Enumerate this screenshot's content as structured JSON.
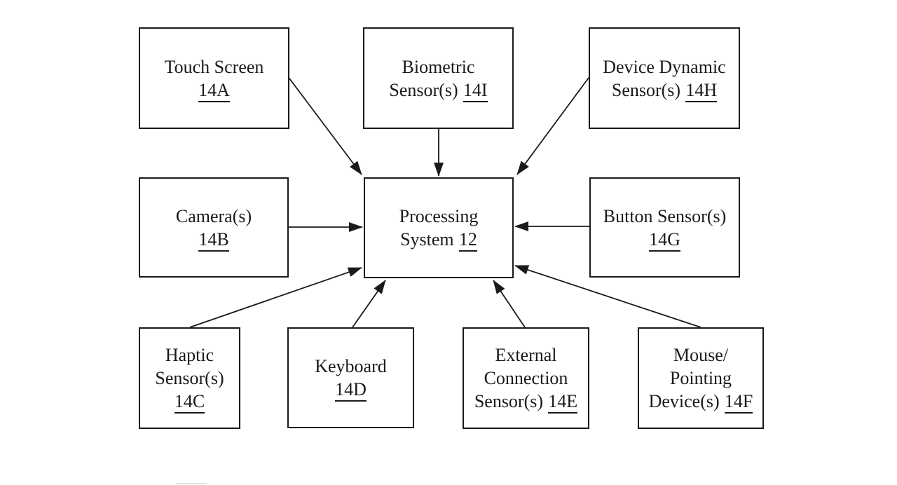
{
  "colors": {
    "line": "#1a1a1a",
    "background": "#ffffff"
  },
  "nodes": {
    "touch_screen": {
      "line1": "Touch Screen",
      "ref": "14A"
    },
    "biometric": {
      "line1": "Biometric",
      "line2": "Sensor(s)",
      "ref": "14I"
    },
    "device_dynamic": {
      "line1": "Device Dynamic",
      "line2": "Sensor(s)",
      "ref": "14H"
    },
    "camera": {
      "line1": "Camera(s)",
      "ref": "14B"
    },
    "processing": {
      "line1": "Processing",
      "line2": "System",
      "ref": "12"
    },
    "button": {
      "line1": "Button Sensor(s)",
      "ref": "14G"
    },
    "haptic": {
      "line1": "Haptic",
      "line2": "Sensor(s)",
      "ref": "14C"
    },
    "keyboard": {
      "line1": "Keyboard",
      "ref": "14D"
    },
    "external": {
      "line1": "External",
      "line2": "Connection",
      "line3": "Sensor(s)",
      "ref": "14E"
    },
    "mouse": {
      "line1": "Mouse/",
      "line2": "Pointing",
      "line3": "Device(s)",
      "ref": "14F"
    }
  },
  "edges": [
    {
      "from": "Touch Screen 14A",
      "to": "Processing System 12"
    },
    {
      "from": "Biometric Sensor(s) 14I",
      "to": "Processing System 12"
    },
    {
      "from": "Device Dynamic Sensor(s) 14H",
      "to": "Processing System 12"
    },
    {
      "from": "Camera(s) 14B",
      "to": "Processing System 12"
    },
    {
      "from": "Button Sensor(s) 14G",
      "to": "Processing System 12"
    },
    {
      "from": "Haptic Sensor(s) 14C",
      "to": "Processing System 12"
    },
    {
      "from": "Keyboard 14D",
      "to": "Processing System 12"
    },
    {
      "from": "External Connection Sensor(s) 14E",
      "to": "Processing System 12"
    },
    {
      "from": "Mouse/Pointing Device(s) 14F",
      "to": "Processing System 12"
    }
  ]
}
